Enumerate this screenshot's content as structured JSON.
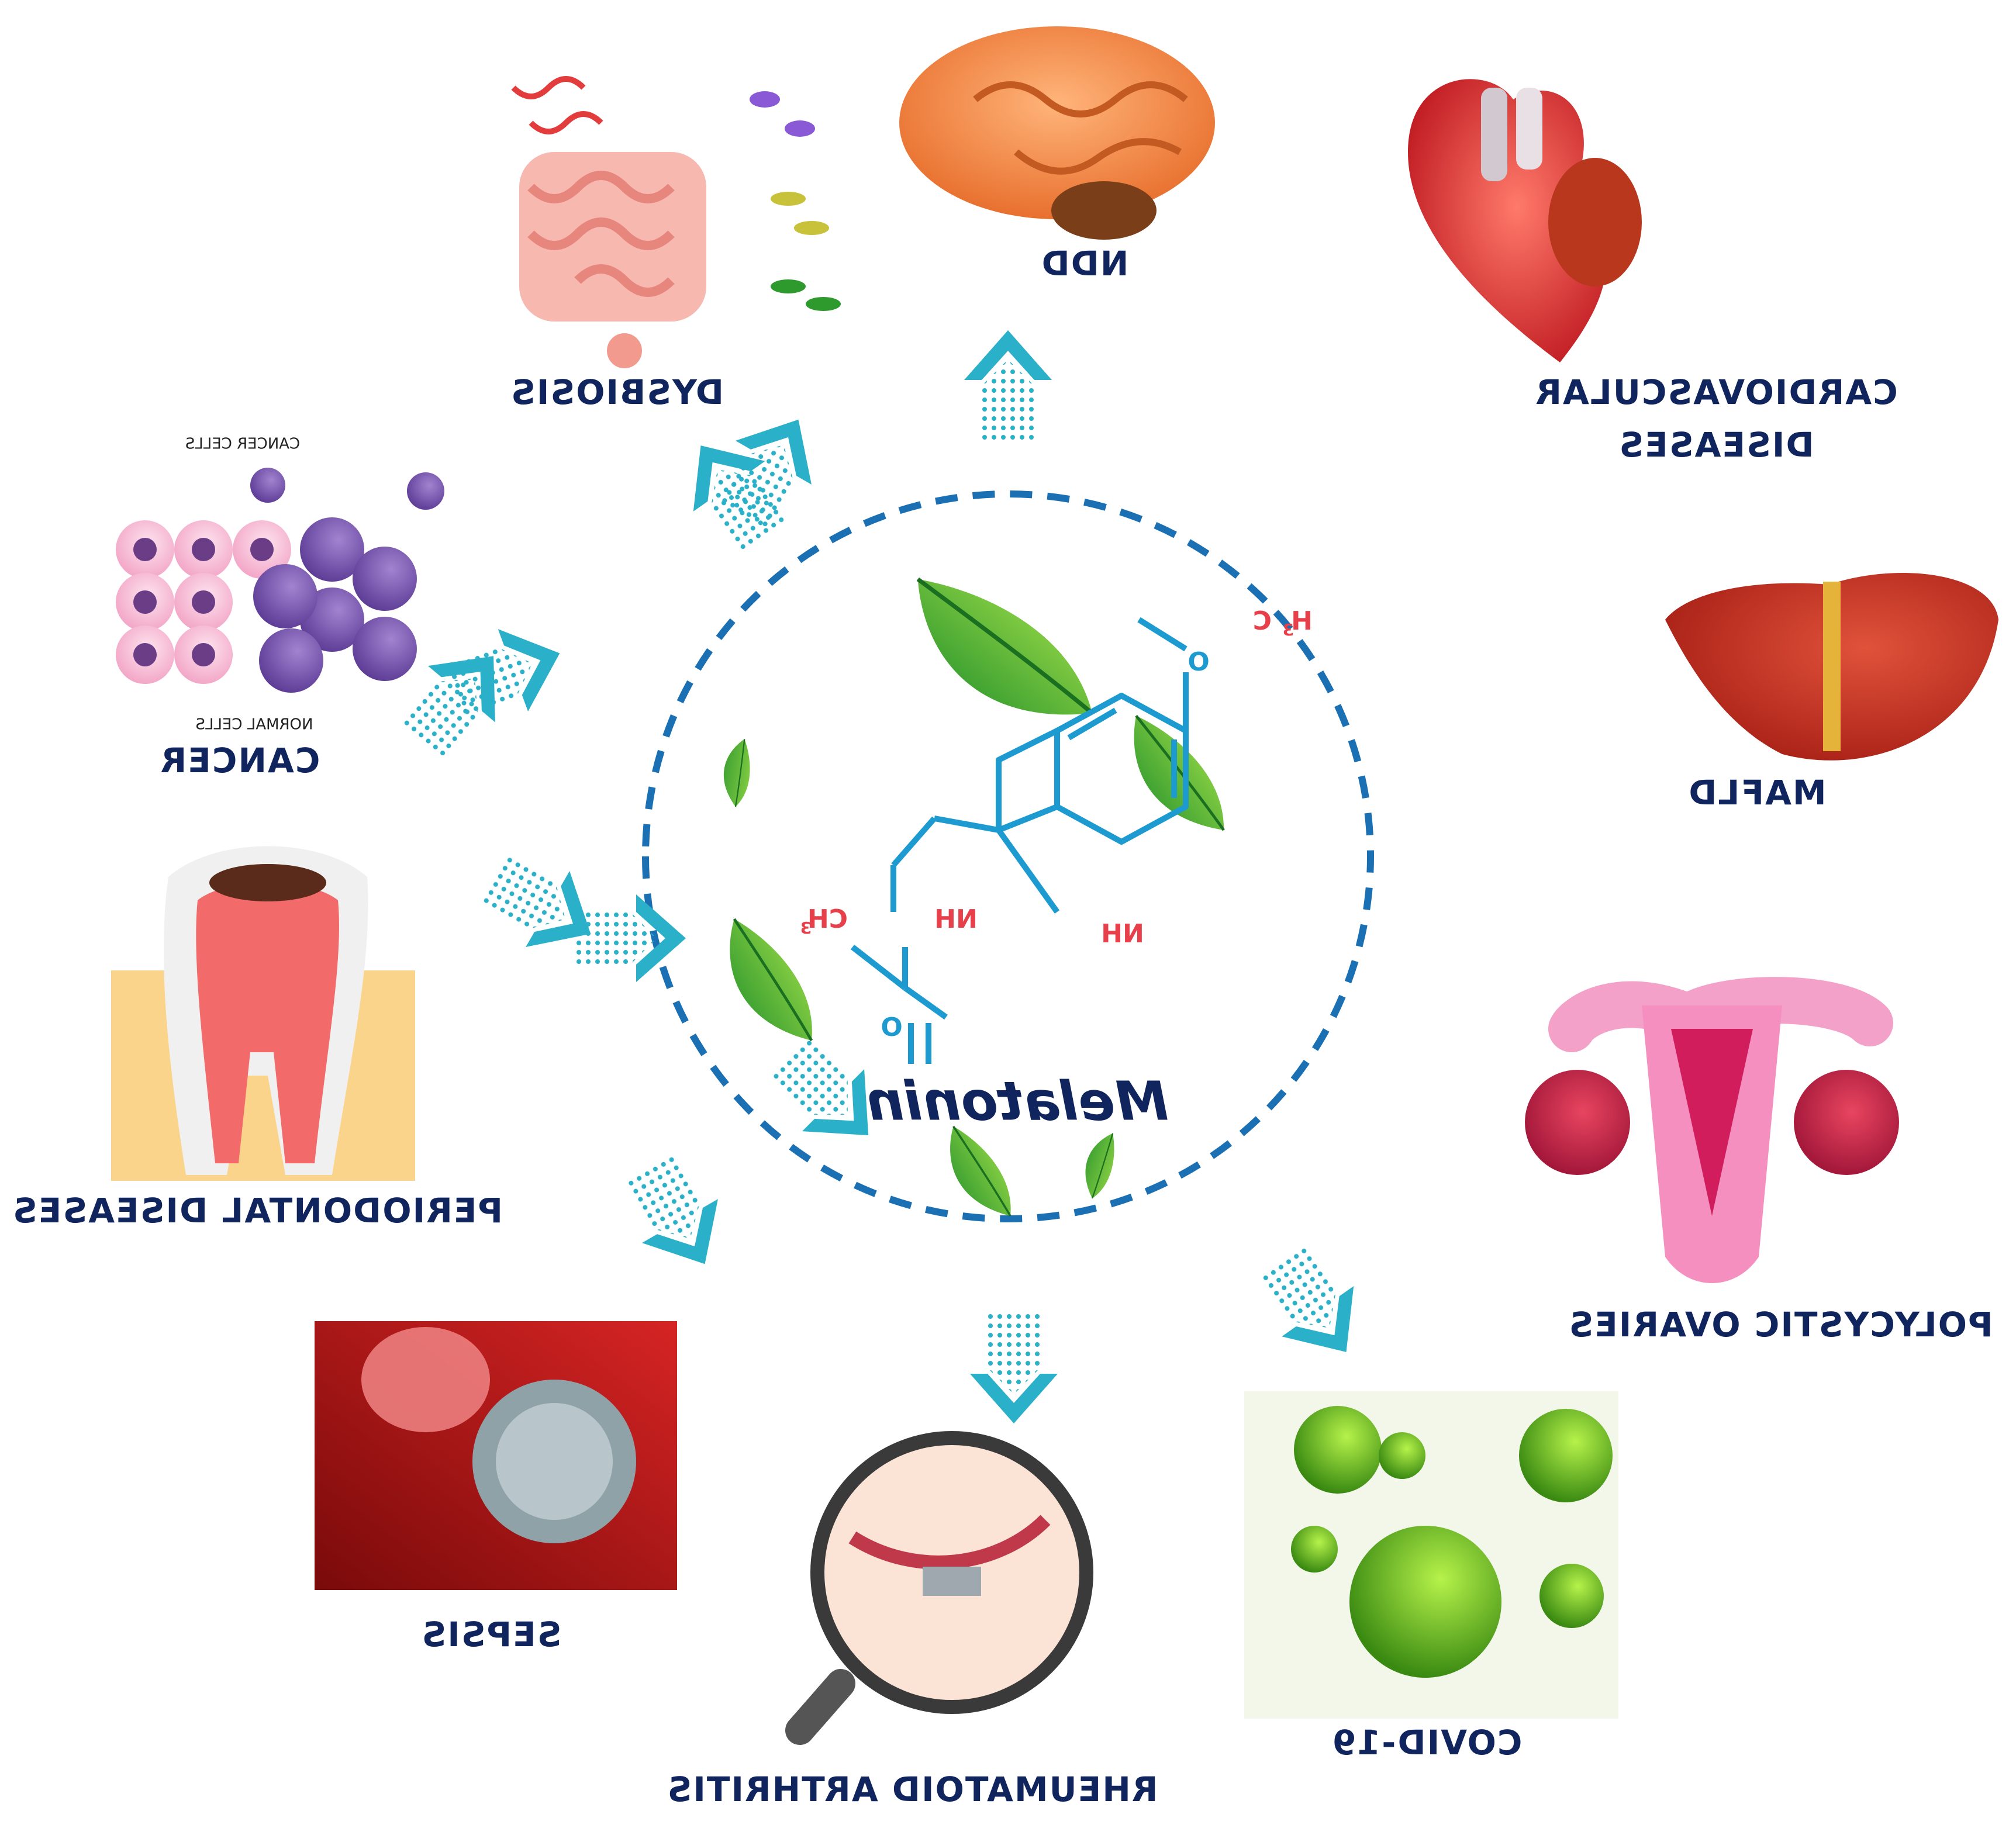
{
  "center": {
    "title": "Melatonin",
    "atoms": {
      "h3c": "H",
      "h3c_sub": "3",
      "h3c_c": "C",
      "o_top": "O",
      "nh_ring": "NH",
      "nh_chain": "NH",
      "ch3": "CH",
      "ch3_sub": "3",
      "o_bottom": "O"
    }
  },
  "labels": {
    "ndd": "NDD",
    "cardio_1": "CARDIOVASCULAR",
    "cardio_2": "DISEASES",
    "mafld": "MAFLD",
    "polycystic": "POLYCYSTIC OVARIES",
    "covid": "COVID-19",
    "rheumatoid": "RHEUMATOID ARTHRITIS",
    "sepsis": "SEPSIS",
    "periodontal": "PERIODONTAL DISEASES",
    "cancer": "CANCER",
    "dysbiosis": "DYSBIOSIS"
  },
  "cancer_panel": {
    "cancer_cells": "CANCER CELLS",
    "normal_cells": "NORMAL CELLS"
  },
  "colors": {
    "label": "#10245e",
    "circle": "#1b6fb3",
    "arrow": "#2ab0c8",
    "chem_blue": "#1d9bd0",
    "chem_red": "#e8404a",
    "leaf": "#3aa83a"
  }
}
